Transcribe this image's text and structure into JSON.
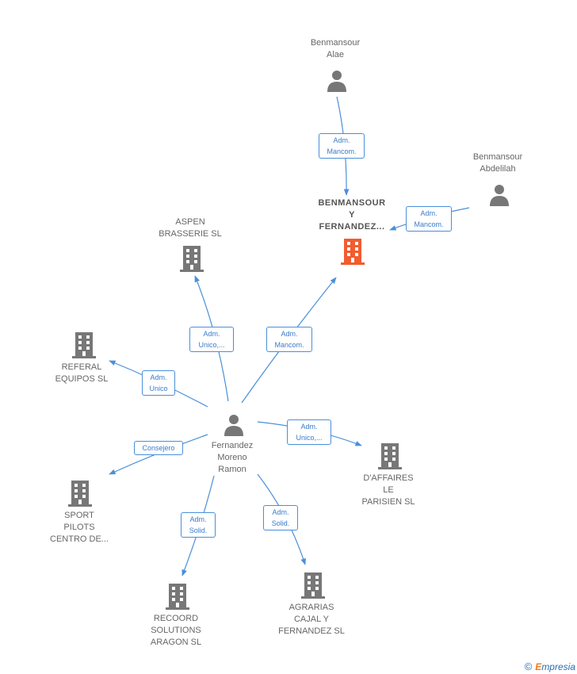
{
  "colors": {
    "edge": "#4a8fd8",
    "company": "#777777",
    "company_main": "#f25c2e",
    "person": "#777777"
  },
  "nodes": {
    "benmansour_alae": {
      "lines": [
        "Benmansour",
        "Alae"
      ],
      "icon": "person-icon"
    },
    "benmansour_abdelilah": {
      "lines": [
        "Benmansour",
        "Abdelilah"
      ],
      "icon": "person-icon"
    },
    "benmansour_fernandez": {
      "lines": [
        "BENMANSOUR",
        "Y",
        "FERNANDEZ..."
      ],
      "icon": "building-icon"
    },
    "aspen": {
      "lines": [
        "ASPEN",
        "BRASSERIE SL"
      ],
      "icon": "building-icon"
    },
    "referal": {
      "lines": [
        "REFERAL",
        "EQUIPOS SL"
      ],
      "icon": "building-icon"
    },
    "fernandez": {
      "lines": [
        "Fernandez",
        "Moreno",
        "Ramon"
      ],
      "icon": "person-icon"
    },
    "daffaires": {
      "lines": [
        "D'AFFAIRES",
        "LE",
        "PARISIEN SL"
      ],
      "icon": "building-icon"
    },
    "sport": {
      "lines": [
        "SPORT",
        "PILOTS",
        "CENTRO DE..."
      ],
      "icon": "building-icon"
    },
    "recoord": {
      "lines": [
        "RECOORD",
        "SOLUTIONS",
        "ARAGON SL"
      ],
      "icon": "building-icon"
    },
    "agrarias": {
      "lines": [
        "AGRARIAS",
        "CAJAL Y",
        "FERNANDEZ SL"
      ],
      "icon": "building-icon"
    }
  },
  "relations": {
    "alae_main": [
      "Adm.",
      "Mancom."
    ],
    "abdelilah_main": [
      "Adm.",
      "Mancom."
    ],
    "fernandez_main": [
      "Adm.",
      "Mancom."
    ],
    "fernandez_aspen": [
      "Adm.",
      "Unico,..."
    ],
    "fernandez_referal": [
      "Adm.",
      "Unico"
    ],
    "fernandez_daffaires": [
      "Adm.",
      "Unico,..."
    ],
    "fernandez_sport": [
      "Consejero"
    ],
    "fernandez_recoord": [
      "Adm.",
      "Solid."
    ],
    "fernandez_agrarias": [
      "Adm.",
      "Solid."
    ]
  },
  "footer": {
    "copyright": "©",
    "brand_initial": "E",
    "brand_rest": "mpresia"
  }
}
